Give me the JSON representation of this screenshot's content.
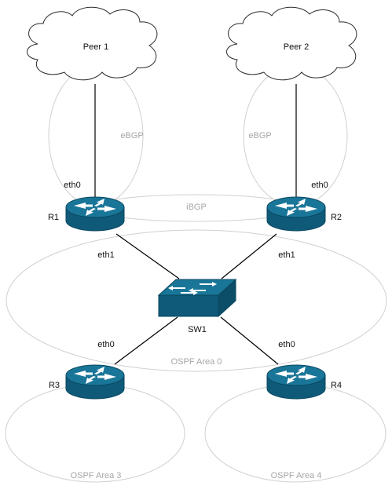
{
  "peers": {
    "peer1": "Peer 1",
    "peer2": "Peer 2"
  },
  "routers": {
    "r1": "R1",
    "r2": "R2",
    "r3": "R3",
    "r4": "R4"
  },
  "switch": {
    "name": "SW1"
  },
  "interfaces": {
    "r1_eth0": "eth0",
    "r2_eth0": "eth0",
    "r1_eth1": "eth1",
    "r2_eth1": "eth1",
    "r3_eth0": "eth0",
    "r4_eth0": "eth0"
  },
  "sessions": {
    "ebgp_left": "eBGP",
    "ebgp_right": "eBGP",
    "ibgp": "iBGP"
  },
  "areas": {
    "area0": "OSPF Area 0",
    "area3": "OSPF Area 3",
    "area4": "OSPF Area 4"
  },
  "colors": {
    "device_fill": "#0f5a78",
    "device_top": "#1a7698",
    "ring_stroke": "#d0d0d0",
    "label_gray": "#a6a6a6"
  }
}
